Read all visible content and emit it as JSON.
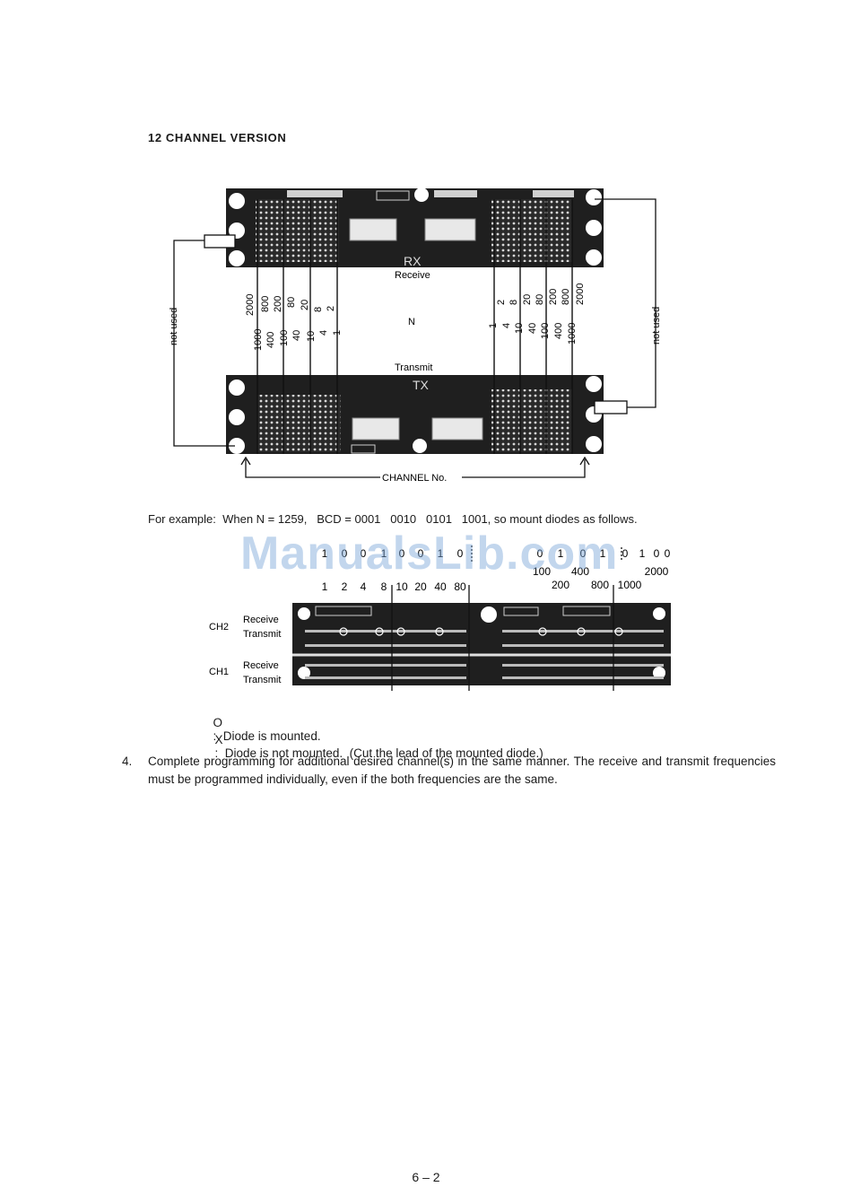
{
  "heading": "12 CHANNEL VERSION",
  "top_diagram": {
    "rx_board_label": "RX",
    "receive_label": "Receive",
    "n_label": "N",
    "transmit_label": "Transmit",
    "tx_board_label": "TX",
    "not_used_left": "not used",
    "not_used_right": "not used",
    "channel_no_label": "CHANNEL No.",
    "left_group_upper": [
      "2000",
      "800",
      "200",
      "80",
      "20",
      "8",
      "2"
    ],
    "left_group_lower": [
      "1000",
      "400",
      "100",
      "40",
      "10",
      "4",
      "1"
    ],
    "right_group_upper": [
      "2",
      "8",
      "20",
      "80",
      "200",
      "800",
      "2000"
    ],
    "right_group_lower": [
      "1",
      "4",
      "10",
      "40",
      "100",
      "400",
      "1000"
    ]
  },
  "example_text": "For example:  When N = 1259,   BCD = 0001   0010   0101   1001, so mount diodes as follows.",
  "bottom_diagram": {
    "diode_row_left": [
      "1",
      "0",
      "0",
      "1",
      "0",
      "0",
      "1",
      "0"
    ],
    "diode_row_right": [
      "0",
      "1",
      "0",
      "1",
      "0",
      "1",
      "0",
      "0"
    ],
    "weights_left": [
      "1",
      "2",
      "4",
      "8",
      "10",
      "20",
      "40",
      "80"
    ],
    "weights_right_upper": [
      "100",
      "400",
      "2000"
    ],
    "weights_right_lower": [
      "200",
      "800",
      "1000"
    ],
    "ch2_label": "CH2",
    "ch1_label": "CH1",
    "receive_label": "Receive",
    "transmit_label": "Transmit"
  },
  "watermark": "ManualsLib.com",
  "legend": [
    {
      "symbol": "O",
      "text": ":  Diode is mounted."
    },
    {
      "symbol": "X",
      "text": ":  Diode is not mounted.  (Cut the lead of the mounted diode.)"
    }
  ],
  "step": {
    "number": "4.",
    "text": "Complete programming for additional desired channel(s) in the same manner.  The receive and transmit frequencies must be programmed individually, even if the both frequencies are the same."
  },
  "page_number": "6 – 2"
}
